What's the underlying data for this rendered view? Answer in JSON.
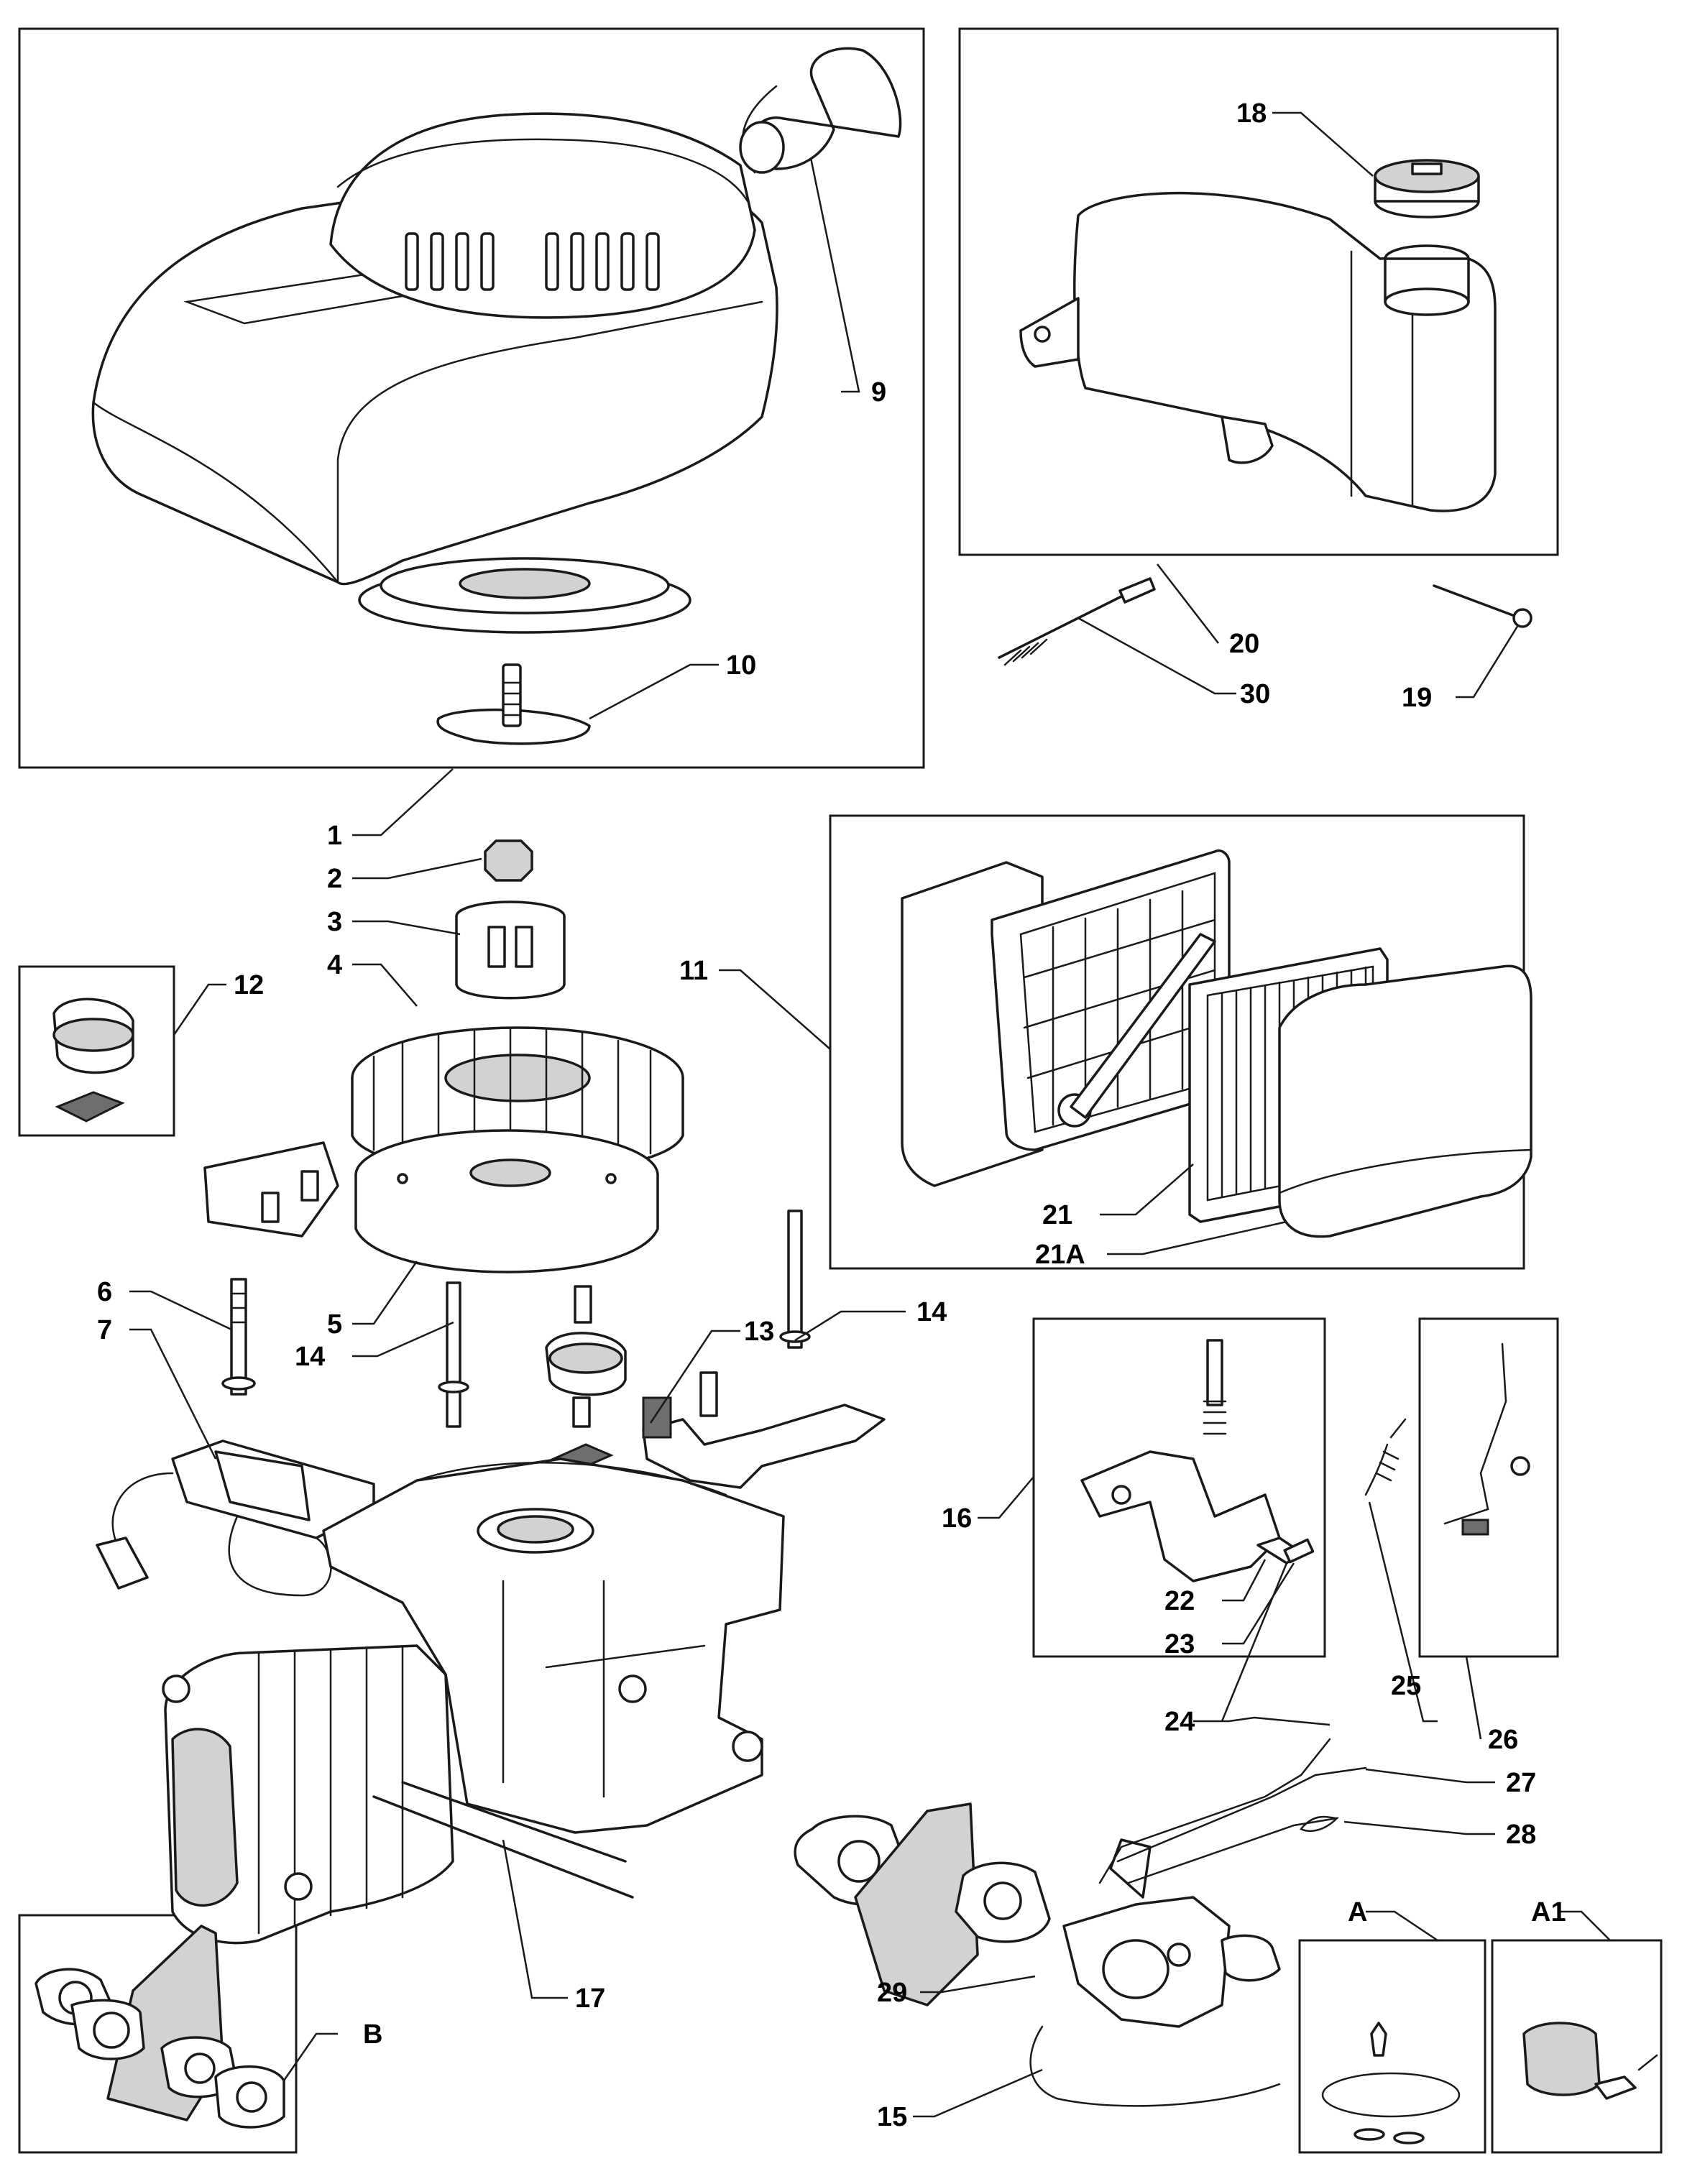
{
  "callouts": {
    "c1": "1",
    "c2": "2",
    "c3": "3",
    "c4": "4",
    "c5": "5",
    "c6": "6",
    "c7": "7",
    "c9": "9",
    "c10": "10",
    "c11": "11",
    "c12": "12",
    "c13": "13",
    "c14a": "14",
    "c14b": "14",
    "c15": "15",
    "c16": "16",
    "c17": "17",
    "c18": "18",
    "c19": "19",
    "c20": "20",
    "c21": "21",
    "c21A": "21A",
    "c22": "22",
    "c23": "23",
    "c24": "24",
    "c25": "25",
    "c26": "26",
    "c27": "27",
    "c28": "28",
    "c29": "29",
    "c30": "30",
    "cA": "A",
    "cA1": "A1",
    "cB": "B"
  }
}
